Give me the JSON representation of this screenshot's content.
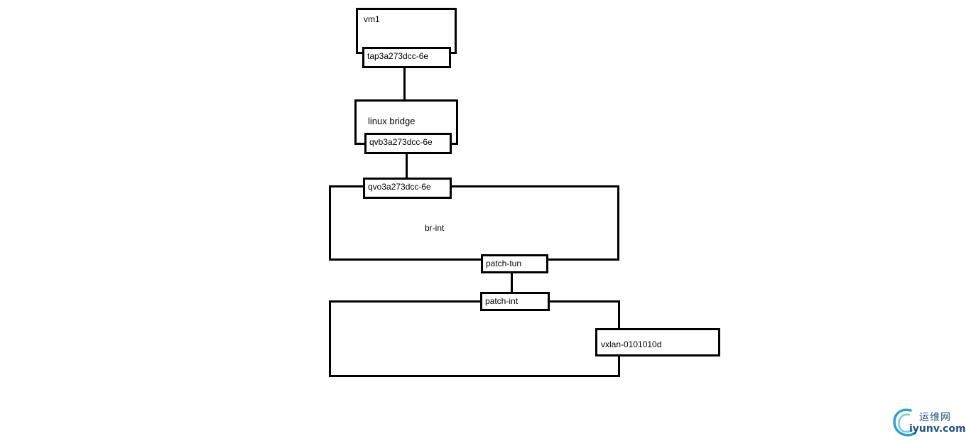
{
  "vm": {
    "label": "vm1",
    "port": "tap3a273dcc-6e"
  },
  "linux_bridge": {
    "label": "linux bridge",
    "port": "qvb3a273dcc-6e"
  },
  "br_int": {
    "label": "br-int",
    "port_top": "qvo3a273dcc-6e",
    "port_bottom": "patch-tun"
  },
  "br_tun": {
    "port_top": "patch-int",
    "port_right": "vxlan-0101010d"
  },
  "watermark": {
    "cn": "运维网",
    "en": "iyunv.com",
    "colors": {
      "text": "#1f4f8a",
      "swirl": "#2aa0d8"
    }
  }
}
